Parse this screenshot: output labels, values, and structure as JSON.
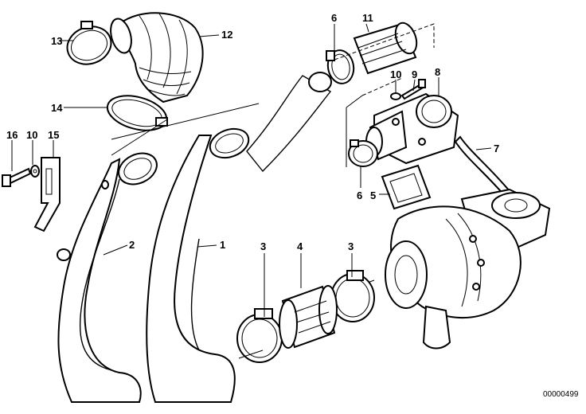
{
  "callouts": {
    "c1": "1",
    "c2": "2",
    "c3a": "3",
    "c3b": "3",
    "c4": "4",
    "c5": "5",
    "c6a": "6",
    "c6b": "6",
    "c7": "7",
    "c8": "8",
    "c9": "9",
    "c10a": "10",
    "c10b": "10",
    "c11": "11",
    "c12": "12",
    "c13": "13",
    "c14": "14",
    "c15": "15",
    "c16": "16"
  },
  "diagram_code": "00000499"
}
